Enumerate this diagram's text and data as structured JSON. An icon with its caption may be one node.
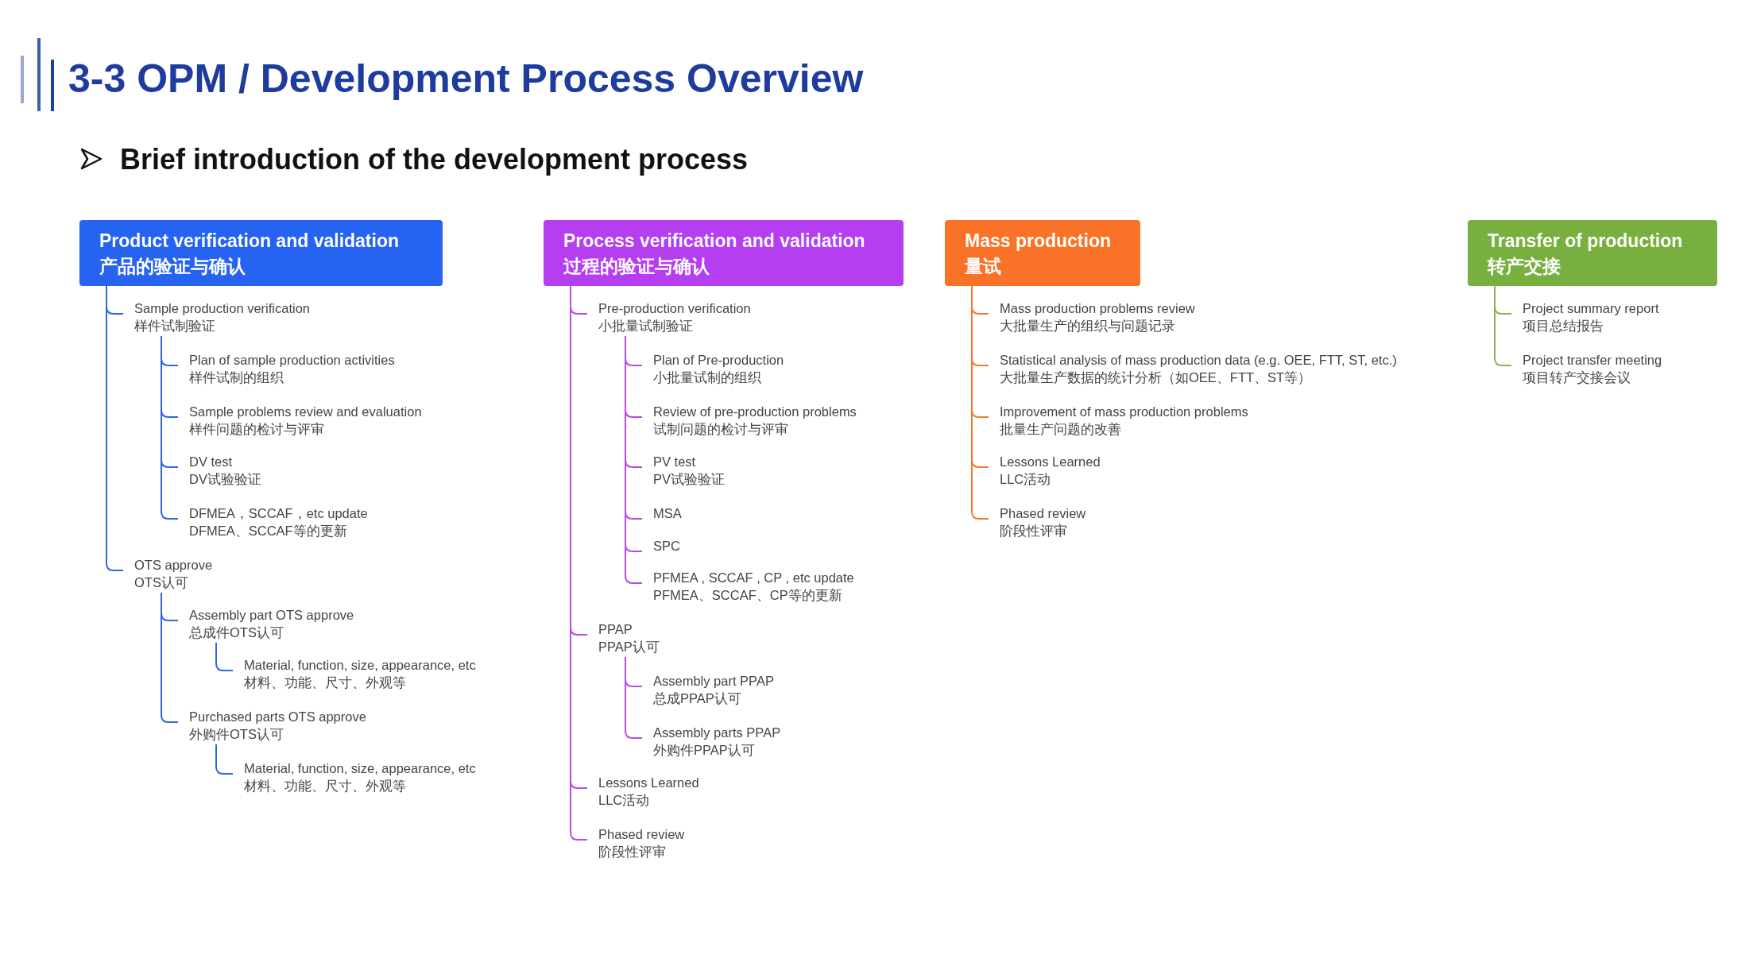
{
  "diagram": {
    "title": "3-3 OPM / Development Process Overview",
    "nodes": [
      {
        "text": [
          "Product verification and validation",
          "产品的验证与确认"
        ]
      },
      {
        "text": [
          "Sample production verification",
          "样件试制验证"
        ]
      },
      {
        "text": [
          "Plan of sample production activities",
          "样件试制的组织"
        ]
      },
      {
        "text": [
          "Sample problems review and evaluation",
          "样件问题的检讨与评审"
        ]
      },
      {
        "text": [
          "DV test",
          "DV试验验证"
        ]
      },
      {
        "text": [
          "DFMEA，SCCAF，etc update",
          "DFMEA、SCCAF等的更新"
        ]
      },
      {
        "text": [
          "OTS approve",
          "OTS认可"
        ]
      },
      {
        "text": [
          "Assembly part OTS approve",
          "总成件OTS认可"
        ]
      },
      {
        "text": [
          "Material, function, size, appearance, etc",
          "材料、功能、尺寸、外观等"
        ]
      },
      {
        "text": [
          "Purchased parts OTS approve",
          "外购件OTS认可"
        ]
      },
      {
        "text": [
          "Material, function, size, appearance, etc",
          "材料、功能、尺寸、外观等"
        ]
      },
      {
        "text": [
          "Process verification and validation",
          "过程的验证与确认"
        ]
      },
      {
        "text": [
          "Pre-production verification",
          "小批量试制验证"
        ]
      },
      {
        "text": [
          "Plan of Pre-production",
          "小批量试制的组织"
        ]
      },
      {
        "text": [
          "Review of pre-production problems",
          "试制问题的检讨与评审"
        ]
      },
      {
        "text": [
          "PV test",
          "PV试验验证"
        ]
      },
      {
        "text": [
          "MSA"
        ]
      },
      {
        "text": [
          "SPC"
        ]
      },
      {
        "text": [
          "PFMEA , SCCAF , CP , etc update",
          "PFMEA、SCCAF、CP等的更新"
        ]
      },
      {
        "text": [
          "PPAP",
          "PPAP认可"
        ]
      },
      {
        "text": [
          "Assembly part PPAP",
          "总成PPAP认可"
        ]
      },
      {
        "text": [
          "Assembly parts PPAP",
          "外购件PPAP认可"
        ]
      },
      {
        "text": [
          "Lessons Learned",
          "LLC活动"
        ]
      },
      {
        "text": [
          "Phased review",
          "阶段性评审"
        ]
      },
      {
        "text": [
          "Mass production",
          "量试"
        ]
      },
      {
        "text": [
          "Mass production problems review",
          "大批量生产的组织与问题记录"
        ]
      },
      {
        "text": [
          "Statistical analysis of mass production data (e.g. OEE, FTT, ST, etc.)",
          "大批量生产数据的统计分析（如OEE、FTT、ST等）"
        ]
      },
      {
        "text": [
          "Improvement of mass production problems",
          "批量生产问题的改善"
        ]
      },
      {
        "text": [
          "Lessons Learned",
          "LLC活动"
        ]
      },
      {
        "text": [
          "Phased review",
          "阶段性评审"
        ]
      },
      {
        "text": [
          "Transfer of production",
          "转产交接"
        ]
      },
      {
        "text": [
          "Project summary report",
          "项目总结报告"
        ]
      },
      {
        "text": [
          "Project transfer meeting",
          "项目转产交接会议"
        ]
      }
    ],
    "edges": [
      {
        "from": 0,
        "to": 1,
        "arrow": "none",
        "color": "#2f64e6"
      },
      {
        "from": 1,
        "to": 2,
        "arrow": "none",
        "color": "#2f64e6"
      },
      {
        "from": 1,
        "to": 3,
        "arrow": "none",
        "color": "#2f64e6"
      },
      {
        "from": 1,
        "to": 4,
        "arrow": "none",
        "color": "#2f64e6"
      },
      {
        "from": 1,
        "to": 5,
        "arrow": "none",
        "color": "#2f64e6"
      },
      {
        "from": 0,
        "to": 6,
        "arrow": "none",
        "color": "#2f64e6"
      },
      {
        "from": 6,
        "to": 7,
        "arrow": "none",
        "color": "#2f64e6"
      },
      {
        "from": 7,
        "to": 8,
        "arrow": "none",
        "color": "#2f64e6"
      },
      {
        "from": 6,
        "to": 9,
        "arrow": "none",
        "color": "#2f64e6"
      },
      {
        "from": 9,
        "to": 10,
        "arrow": "none",
        "color": "#2f64e6"
      },
      {
        "from": 11,
        "to": 12,
        "arrow": "none"
      },
      {
        "from": 12,
        "to": 13,
        "arrow": "none"
      },
      {
        "from": 12,
        "to": 14,
        "arrow": "none"
      },
      {
        "from": 12,
        "to": 15,
        "arrow": "none"
      },
      {
        "from": 12,
        "to": 16,
        "arrow": "none"
      },
      {
        "from": 12,
        "to": 17,
        "arrow": "none"
      },
      {
        "from": 12,
        "to": 18,
        "arrow": "none"
      },
      {
        "from": 11,
        "to": 19,
        "arrow": "none"
      },
      {
        "from": 19,
        "to": 20,
        "arrow": "none"
      },
      {
        "from": 19,
        "to": 21,
        "arrow": "none"
      },
      {
        "from": 11,
        "to": 22,
        "arrow": "none"
      },
      {
        "from": 11,
        "to": 23,
        "arrow": "none"
      },
      {
        "from": 24,
        "to": 25,
        "arrow": "none",
        "color": "#f07a32"
      },
      {
        "from": 24,
        "to": 26,
        "arrow": "none",
        "color": "#f07a32"
      },
      {
        "from": 24,
        "to": 27,
        "arrow": "none",
        "color": "#f07a32"
      },
      {
        "from": 24,
        "to": 28,
        "arrow": "none",
        "color": "#f07a32"
      },
      {
        "from": 24,
        "to": 29,
        "arrow": "none",
        "color": "#f07a32"
      },
      {
        "from": 30,
        "to": 31,
        "arrow": "none",
        "color": "#8fb15a"
      },
      {
        "from": 30,
        "to": 32,
        "arrow": "none",
        "color": "#8fb15a"
      }
    ],
    "labels": [
      "Brief introduction of the development process"
    ]
  }
}
